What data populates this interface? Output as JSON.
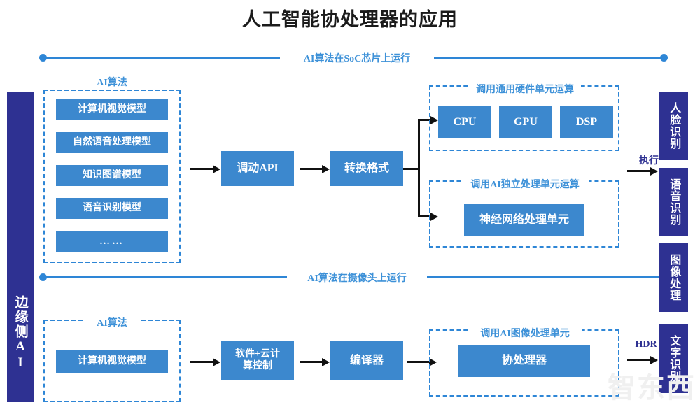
{
  "title": "人工智能协处理器的应用",
  "colors": {
    "navy": "#2E3192",
    "box_blue": "#3C88CE",
    "rule_blue": "#2E86D6",
    "label_blue": "#3D91D8",
    "arrow_black": "#111111",
    "page_bg": "#ffffff"
  },
  "side_bar": {
    "label": "边缘侧AI"
  },
  "sections": {
    "soc": {
      "rule_label": "AI算法在SoC芯片上运行"
    },
    "camera": {
      "rule_label": "AI算法在摄像头上运行"
    }
  },
  "top_flow": {
    "algorithms_group": {
      "title": "AI算法",
      "items": [
        "计算机视觉模型",
        "自然语音处理模型",
        "知识图谱模型",
        "语音识别模型",
        "……"
      ]
    },
    "call_api_box": "调动API",
    "convert_format_box": "转换格式",
    "generic_hw_group": {
      "title": "调用通用硬件单元运算",
      "items": [
        "CPU",
        "GPU",
        "DSP"
      ]
    },
    "ai_unit_group": {
      "title": "调用AI独立处理单元运算",
      "items": [
        "神经网络处理单元"
      ]
    },
    "execute_label": "执行"
  },
  "bottom_flow": {
    "algorithms_group": {
      "title": "AI算法",
      "items": [
        "计算机视觉模型"
      ]
    },
    "software_cloud_box": "软件+云计\n算控制",
    "compiler_box": "编译器",
    "ai_image_group": {
      "title": "调用AI图像处理单元",
      "items": [
        "协处理器"
      ]
    },
    "hdr_label": "HDR"
  },
  "applications": [
    "人脸识别",
    "语音识别",
    "图像处理",
    "文字识别"
  ],
  "watermark": "智东西"
}
